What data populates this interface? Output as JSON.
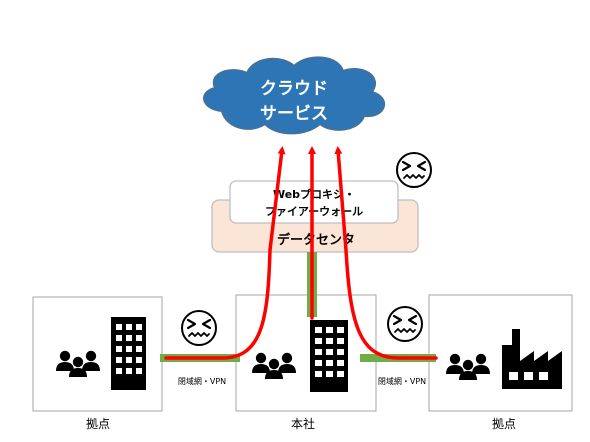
{
  "cloud": {
    "line1": "クラウド",
    "line2": "サービス"
  },
  "proxy": {
    "line1": "Webプロキシ・",
    "line2": "ファイアーウォール"
  },
  "datacenter": {
    "label": "データセンタ"
  },
  "sites": {
    "left": {
      "label": "拠点"
    },
    "center": {
      "label": "本社"
    },
    "right": {
      "label": "拠点"
    }
  },
  "links": {
    "left_label": "閉域網・VPN",
    "right_label": "閉域網・VPN"
  },
  "colors": {
    "cloud_fill": "#2e75b6",
    "cloud_stroke": "#41719c",
    "arrow_red": "#ff0000",
    "pipe_green": "#70ad47",
    "datacenter_fill": "#fbe5d6",
    "datacenter_stroke": "#bfbfbf",
    "icon_black": "#000000"
  },
  "icons": {
    "frustrated_faces": [
      "frustrated-face-icon",
      "frustrated-face-icon",
      "frustrated-face-icon"
    ],
    "people": "people-icon",
    "building": "building-icon",
    "factory": "factory-icon"
  }
}
